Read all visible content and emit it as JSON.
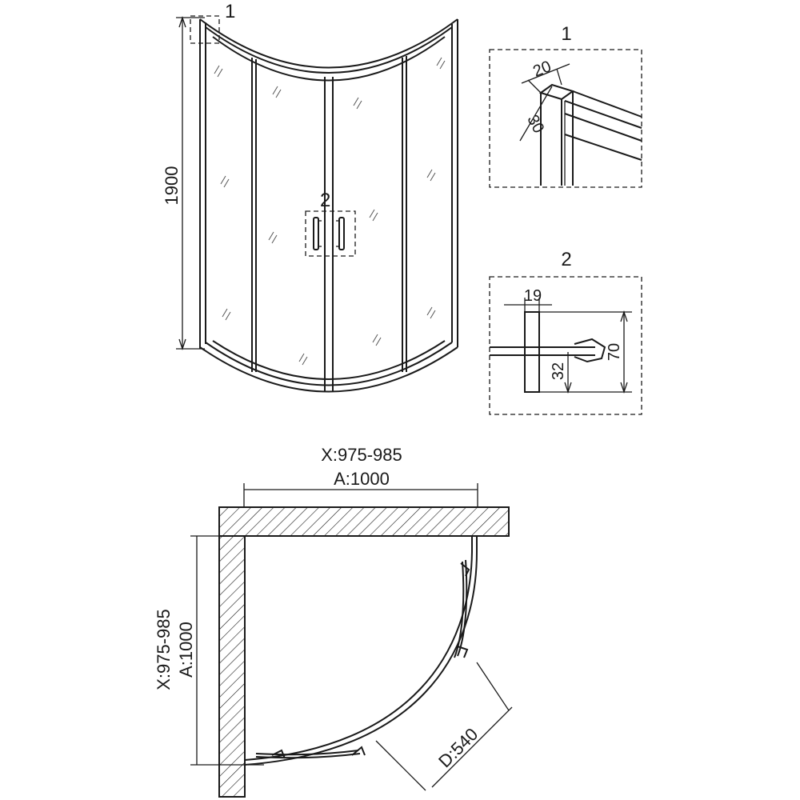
{
  "front_view": {
    "height_label": "1900",
    "callout_1": "1",
    "callout_2": "2"
  },
  "detail_1": {
    "title": "1",
    "dim_width": "20",
    "dim_depth": "30"
  },
  "detail_2": {
    "title": "2",
    "dim_width": "19",
    "dim_height": "70",
    "dim_offset": "32"
  },
  "plan_view": {
    "x_range_top": "X:975-985",
    "a_top": "A:1000",
    "x_range_side": "X:975-985",
    "a_side": "A:1000",
    "d_label": "D:540"
  },
  "colors": {
    "ink": "#1a1a1a",
    "background": "#ffffff"
  }
}
